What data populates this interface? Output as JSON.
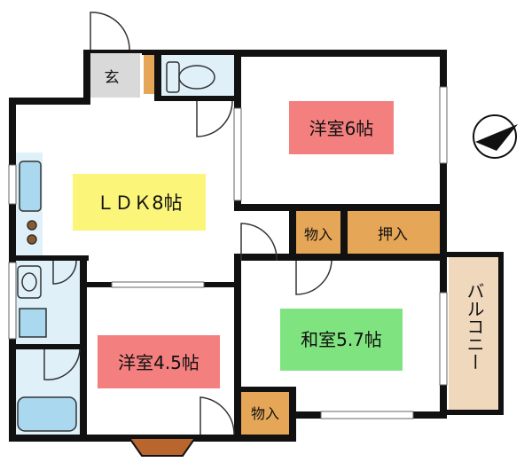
{
  "rooms": {
    "entrance": "玄",
    "western1": "洋室6帖",
    "ldk": "ＬＤＫ8帖",
    "storage_small1": "物入",
    "storage_closet": "押入",
    "japanese": "和室5.7帖",
    "western2": "洋室4.5帖",
    "storage_small2": "物入",
    "balcony": "バルコニー"
  },
  "colors": {
    "wall": "#111111",
    "western1_bg": "#f47f7f",
    "western2_bg": "#f47f7f",
    "ldk_bg": "#fbf57a",
    "japanese_bg": "#7fe37f",
    "storage_bg": "#e6a657",
    "balcony_bg": "#f0d8bd",
    "wet_area_bg": "#dff0f8",
    "entrance_bg": "#d9d9d9"
  },
  "icons": {
    "compass": "north-compass-icon",
    "toilet": "toilet-icon",
    "kitchen": "kitchen-counter-icon",
    "sink": "washbasin-icon",
    "washer": "washing-machine-icon",
    "bath": "bathtub-icon"
  }
}
